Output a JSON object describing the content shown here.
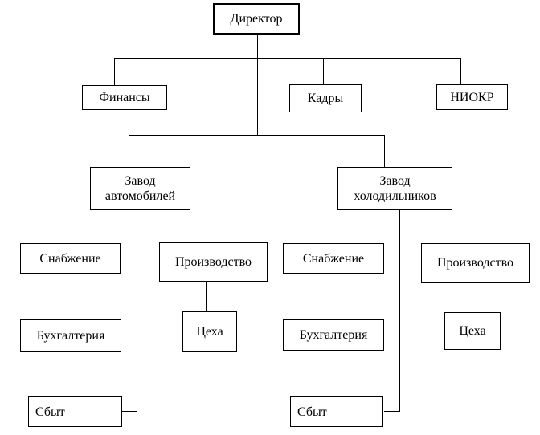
{
  "diagram": {
    "type": "org-chart",
    "language": "ru",
    "colors": {
      "canvas_bg": "#ffffff",
      "box_fill": "#ffffff",
      "box_border": "#000000",
      "line": "#000000",
      "text": "#000000"
    },
    "nodes": {
      "director": "Директор",
      "finance": "Финансы",
      "hr": "Кадры",
      "rnd": "НИОКР",
      "auto_plant": "Завод автомобилей",
      "fridge_plant": "Завод холодильников",
      "auto_supply": "Снабжение",
      "auto_production": "Производство",
      "auto_workshops": "Цеха",
      "auto_accounting": "Бухгалтерия",
      "auto_sales": "Сбыт",
      "fridge_supply": "Снабжение",
      "fridge_production": "Производство",
      "fridge_workshops": "Цеха",
      "fridge_accounting": "Бухгалтерия",
      "fridge_sales": "Сбыт"
    },
    "edges": [
      {
        "from": "director",
        "to": "finance"
      },
      {
        "from": "director",
        "to": "hr"
      },
      {
        "from": "director",
        "to": "rnd"
      },
      {
        "from": "director",
        "to": "auto_plant"
      },
      {
        "from": "director",
        "to": "fridge_plant"
      },
      {
        "from": "auto_plant",
        "to": "auto_supply"
      },
      {
        "from": "auto_plant",
        "to": "auto_production"
      },
      {
        "from": "auto_plant",
        "to": "auto_accounting"
      },
      {
        "from": "auto_plant",
        "to": "auto_sales"
      },
      {
        "from": "auto_production",
        "to": "auto_workshops"
      },
      {
        "from": "fridge_plant",
        "to": "fridge_supply"
      },
      {
        "from": "fridge_plant",
        "to": "fridge_production"
      },
      {
        "from": "fridge_plant",
        "to": "fridge_accounting"
      },
      {
        "from": "fridge_plant",
        "to": "fridge_sales"
      },
      {
        "from": "fridge_production",
        "to": "fridge_workshops"
      }
    ]
  }
}
